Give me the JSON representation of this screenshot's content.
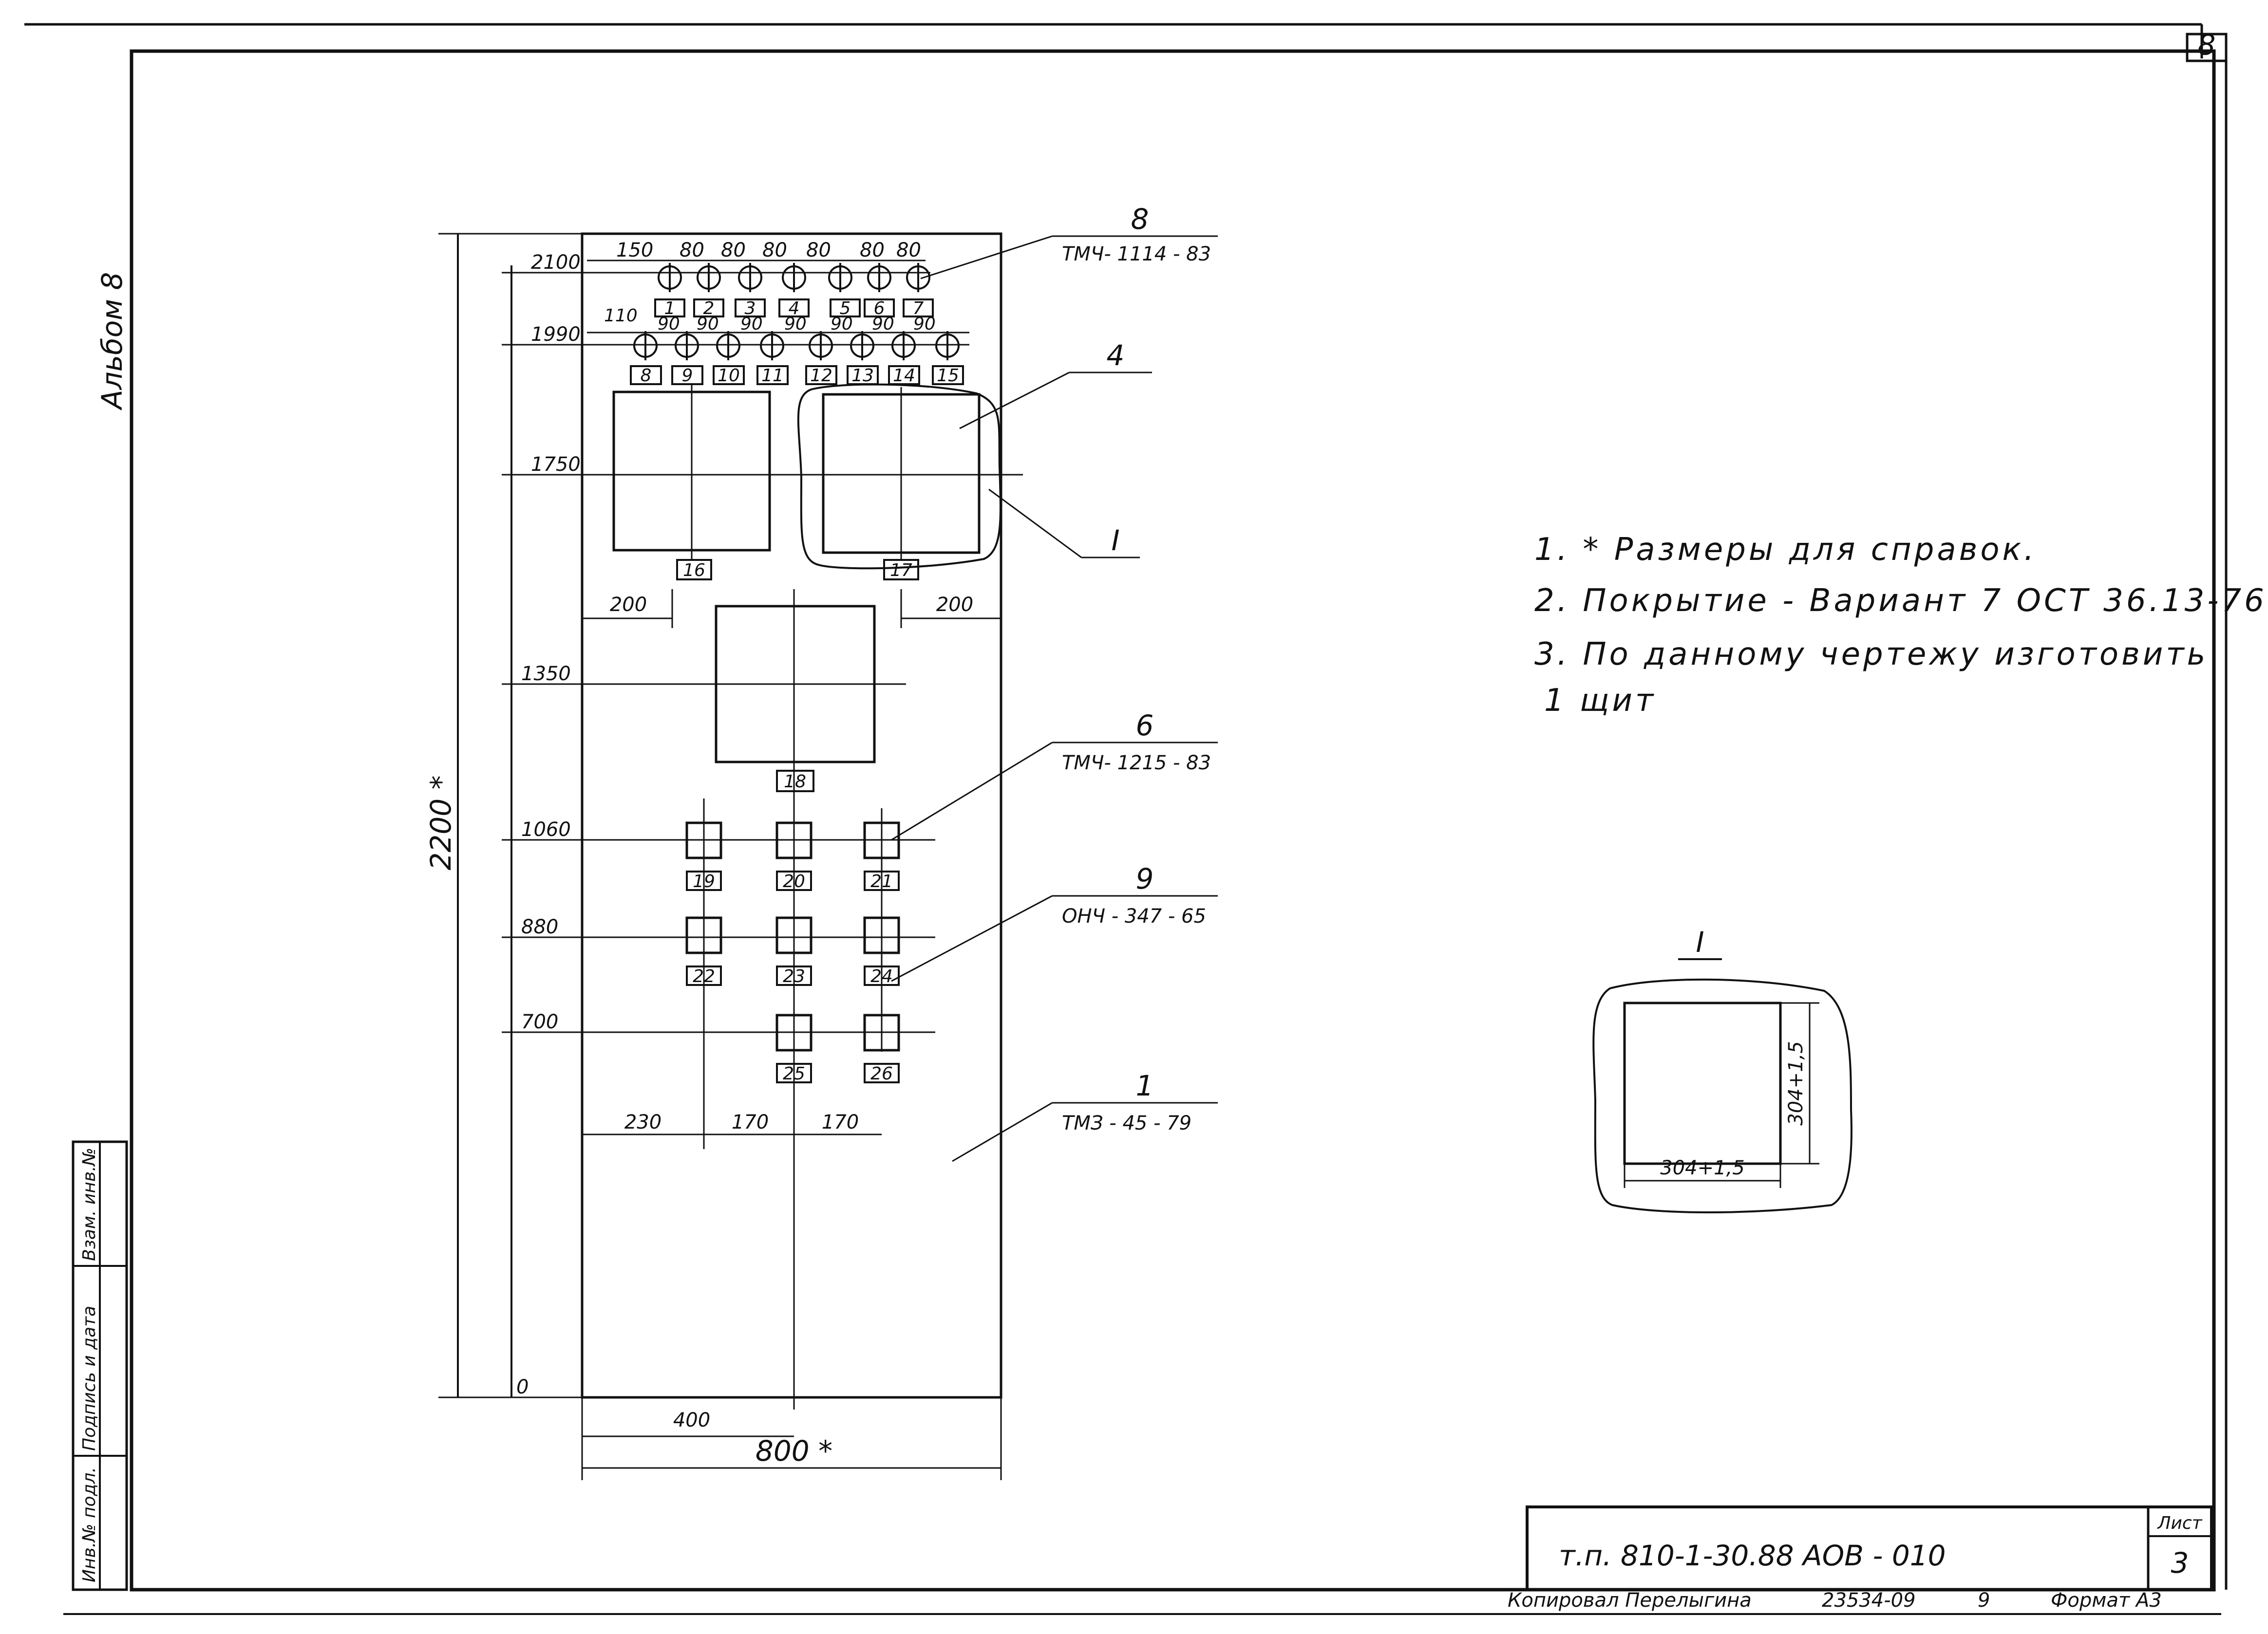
{
  "sheet": {
    "page_corner_number": "8",
    "album_label": "Альбом 8",
    "stamp_labels": [
      "Инв.№ подл.",
      "Подпись и дата",
      "Взам. инв.№"
    ]
  },
  "panel": {
    "overall_height": "2200 *",
    "overall_width": "800 *",
    "center_offset": "400",
    "levels": [
      "2100",
      "1990",
      "1750",
      "1350",
      "1060",
      "880",
      "700",
      "0"
    ],
    "top_row_spacing": [
      "150",
      "80",
      "80",
      "80",
      "80",
      "80",
      "80"
    ],
    "second_row_spacing": [
      "110",
      "90",
      "90",
      "90",
      "90",
      "90",
      "90",
      "90"
    ],
    "lamp_labels_row1": [
      "1",
      "2",
      "3",
      "4",
      "5",
      "6",
      "7"
    ],
    "lamp_labels_row2": [
      "8",
      "9",
      "10",
      "11",
      "12",
      "13",
      "14",
      "15"
    ],
    "instrument_labels": [
      "16",
      "17",
      "18"
    ],
    "switch_labels": [
      "19",
      "20",
      "21",
      "22",
      "23",
      "24",
      "25",
      "26"
    ],
    "side_offset_left": "200",
    "side_offset_right": "200",
    "bottom_spacing": [
      "230",
      "170",
      "170"
    ],
    "callouts": [
      {
        "num": "8",
        "ref": "ТМЧ- 1114 - 83"
      },
      {
        "num": "4",
        "ref": ""
      },
      {
        "num": "I",
        "ref": ""
      },
      {
        "num": "6",
        "ref": "ТМЧ- 1215 - 83"
      },
      {
        "num": "9",
        "ref": "ОНЧ - 347 - 65"
      },
      {
        "num": "1",
        "ref": "ТМЗ - 45 - 79"
      }
    ]
  },
  "notes": [
    "1. * Размеры для справок.",
    "2. Покрытие - Вариант 7 ОСТ 36.13-76",
    "3. По данному чертежу изготовить",
    "1 щит"
  ],
  "detail": {
    "title": "I",
    "width_dim": "304+1,5",
    "height_dim": "304+1,5"
  },
  "title_block": {
    "doc_code": "т.п. 810-1-30.88 АОВ - 010",
    "sheet_label": "Лист",
    "sheet_number": "3"
  },
  "footer": {
    "copied_by": "Копировал Перелыгина",
    "order_code": "23534-09",
    "order_num": "9",
    "format": "Формат А3"
  }
}
